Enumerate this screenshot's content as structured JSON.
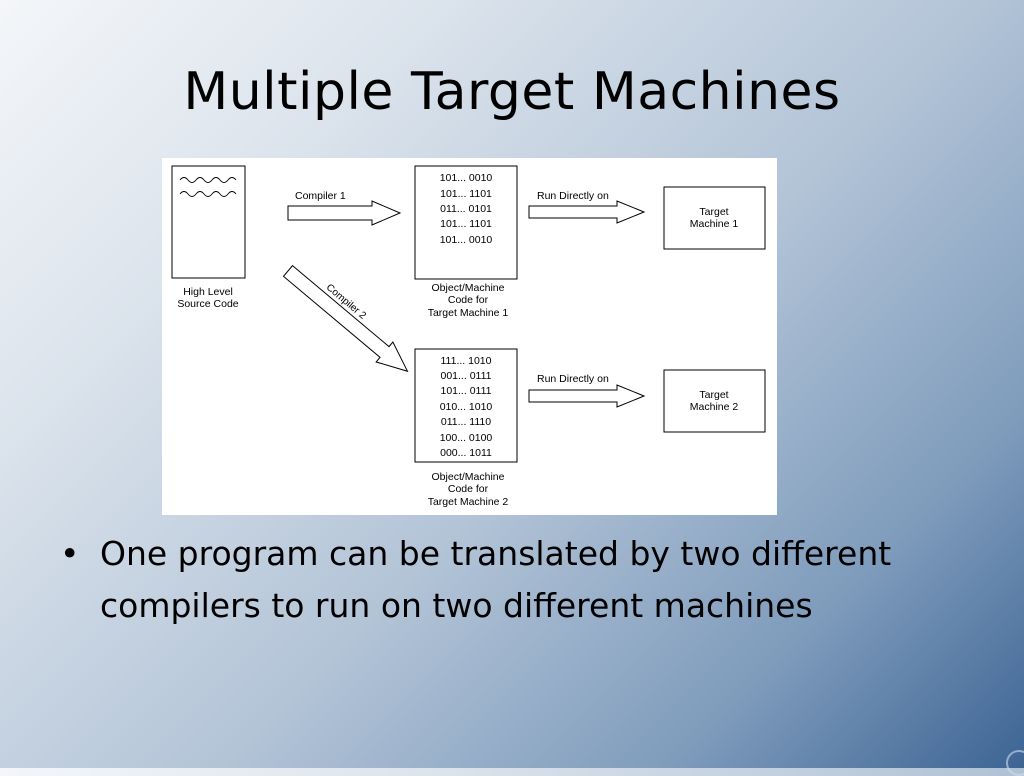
{
  "slide": {
    "title": "Multiple Target Machines",
    "bullets": [
      "One program can be translated by two different compilers to run on two different machines"
    ]
  },
  "diagram": {
    "source": {
      "label_line1": "High Level",
      "label_line2": "Source Code"
    },
    "compiler1": "Compiler 1",
    "compiler2": "Compiler 2",
    "object1": {
      "lines": [
        "101... 0010",
        "101... 1101",
        "011... 0101",
        "101... 1101",
        "101... 0010"
      ],
      "caption": [
        "Object/Machine",
        "Code for",
        "Target Machine 1"
      ]
    },
    "object2": {
      "lines": [
        "111... 1010",
        "001... 0111",
        "101... 0111",
        "010... 1010",
        "011... 1110",
        "100... 0100",
        "000... 1011"
      ],
      "caption": [
        "Object/Machine",
        "Code for",
        "Target Machine 2"
      ]
    },
    "run1": "Run Directly on",
    "run2": "Run Directly on",
    "target1": [
      "Target",
      "Machine 1"
    ],
    "target2": [
      "Target",
      "Machine 2"
    ]
  }
}
